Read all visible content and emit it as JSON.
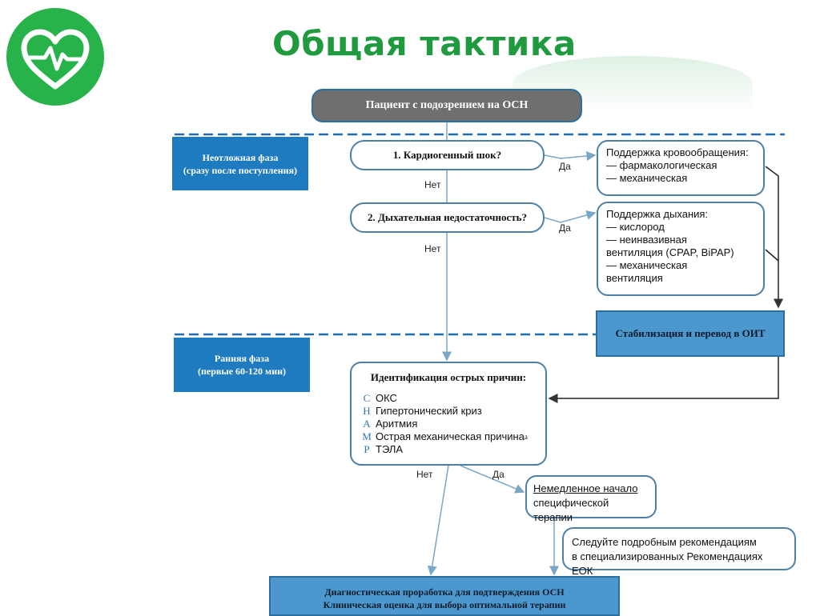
{
  "title": "Общая тактика",
  "logo": {
    "icon": "heart-pulse-icon",
    "color": "#27b24a"
  },
  "flow": {
    "start": "Пациент с подозрением на ОСН",
    "phase_urgent": {
      "line1": "Неотложная фаза",
      "line2": "(сразу после поступления)"
    },
    "phase_early": {
      "line1": "Ранняя фаза",
      "line2": "(первые 60-120 мин)"
    },
    "q1": "1. Кардиогенный шок?",
    "q2": "2. Дыхательная недостаточность?",
    "yes": "Да",
    "no": "Нет",
    "support_circ": {
      "head": "Поддержка кровообращения:",
      "items": [
        "— фармакологическая",
        "— механическая"
      ]
    },
    "support_resp": {
      "head": "Поддержка дыхания:",
      "items": [
        "— кислород",
        "— неинвазивная",
        "вентиляция (CPAP, BiPAP)",
        "— механическая",
        "вентиляция"
      ]
    },
    "stabilization": "Стабилизация и перевод в ОИТ",
    "identification": {
      "head": "Идентификация острых причин:",
      "causes": [
        {
          "letter": "С",
          "text": "ОКС"
        },
        {
          "letter": "Н",
          "text": "Гипертонический криз"
        },
        {
          "letter": "А",
          "text": "Аритмия"
        },
        {
          "letter": "М",
          "text": "Острая механическая причина"
        },
        {
          "letter": "Р",
          "text": "ТЭЛА"
        }
      ],
      "footnote": "а"
    },
    "immediate": {
      "line1": "Немедленное начало",
      "line2": "специфической терапии"
    },
    "guidelines": {
      "line1": "Следуйте подробным рекомендациям",
      "line2": "в специализированных Рекомендациях ЕОК"
    },
    "diagnostic": {
      "line1": "Диагностическая проработка для подтверждения ОСН",
      "line2": "Клиническая оценка для выбора оптимальной терапии"
    }
  },
  "colors": {
    "green": "#1f9a3e",
    "blue": "#1f7bbf",
    "light_blue": "#4c97cd",
    "dash": "#1f6fb0"
  }
}
